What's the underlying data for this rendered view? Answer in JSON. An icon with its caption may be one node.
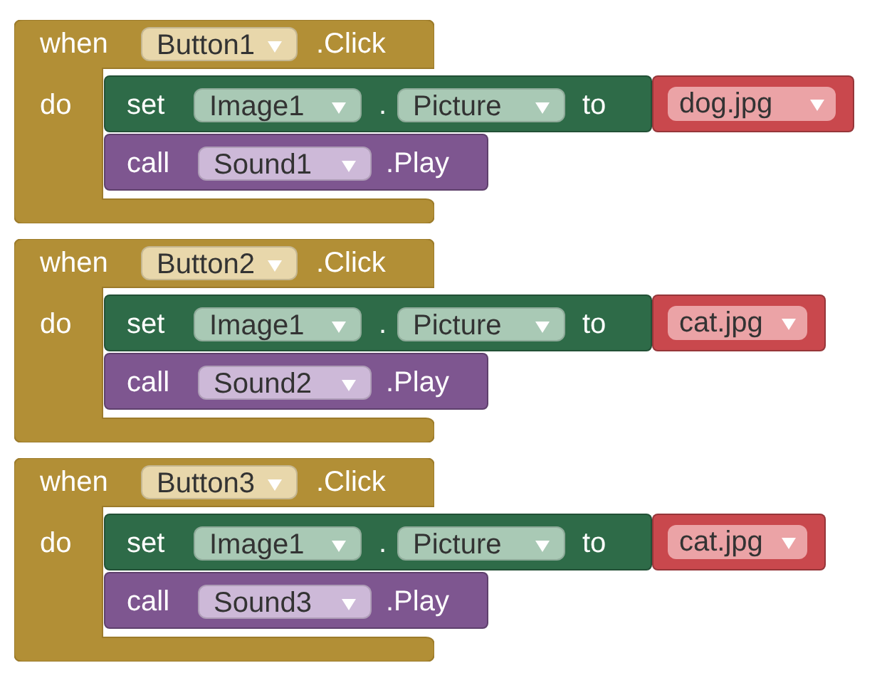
{
  "diagram": {
    "nodes": [
      {
        "text": [
          "when",
          ".Click",
          "do"
        ]
      },
      {
        "text": [
          "Button1"
        ],
        "in": 0
      },
      {
        "text": [
          "set",
          ".",
          "to"
        ]
      },
      {
        "text": [
          "Image1"
        ],
        "in": 2
      },
      {
        "text": [
          "Picture"
        ],
        "in": 2
      },
      {
        "text": [
          "dog.jpg"
        ]
      },
      {
        "text": [
          "call",
          ".Play"
        ]
      },
      {
        "text": [
          "Sound1"
        ],
        "in": 6
      },
      {
        "text": [
          "when",
          ".Click",
          "do"
        ]
      },
      {
        "text": [
          "Button2"
        ],
        "in": 8
      },
      {
        "text": [
          "set",
          ".",
          "to"
        ]
      },
      {
        "text": [
          "Image1"
        ],
        "in": 10
      },
      {
        "text": [
          "Picture"
        ],
        "in": 10
      },
      {
        "text": [
          "cat.jpg"
        ]
      },
      {
        "text": [
          "call",
          ".Play"
        ]
      },
      {
        "text": [
          "Sound2"
        ],
        "in": 14
      },
      {
        "text": [
          "when",
          ".Click",
          "do"
        ]
      },
      {
        "text": [
          "Button3"
        ],
        "in": 16
      },
      {
        "text": [
          "set",
          ".",
          "to"
        ]
      },
      {
        "text": [
          "Image1"
        ],
        "in": 18
      },
      {
        "text": [
          "Picture"
        ],
        "in": 18
      },
      {
        "text": [
          "cat.jpg"
        ]
      },
      {
        "text": [
          "call",
          ".Play"
        ]
      },
      {
        "text": [
          "Sound3"
        ],
        "in": 22
      }
    ]
  }
}
